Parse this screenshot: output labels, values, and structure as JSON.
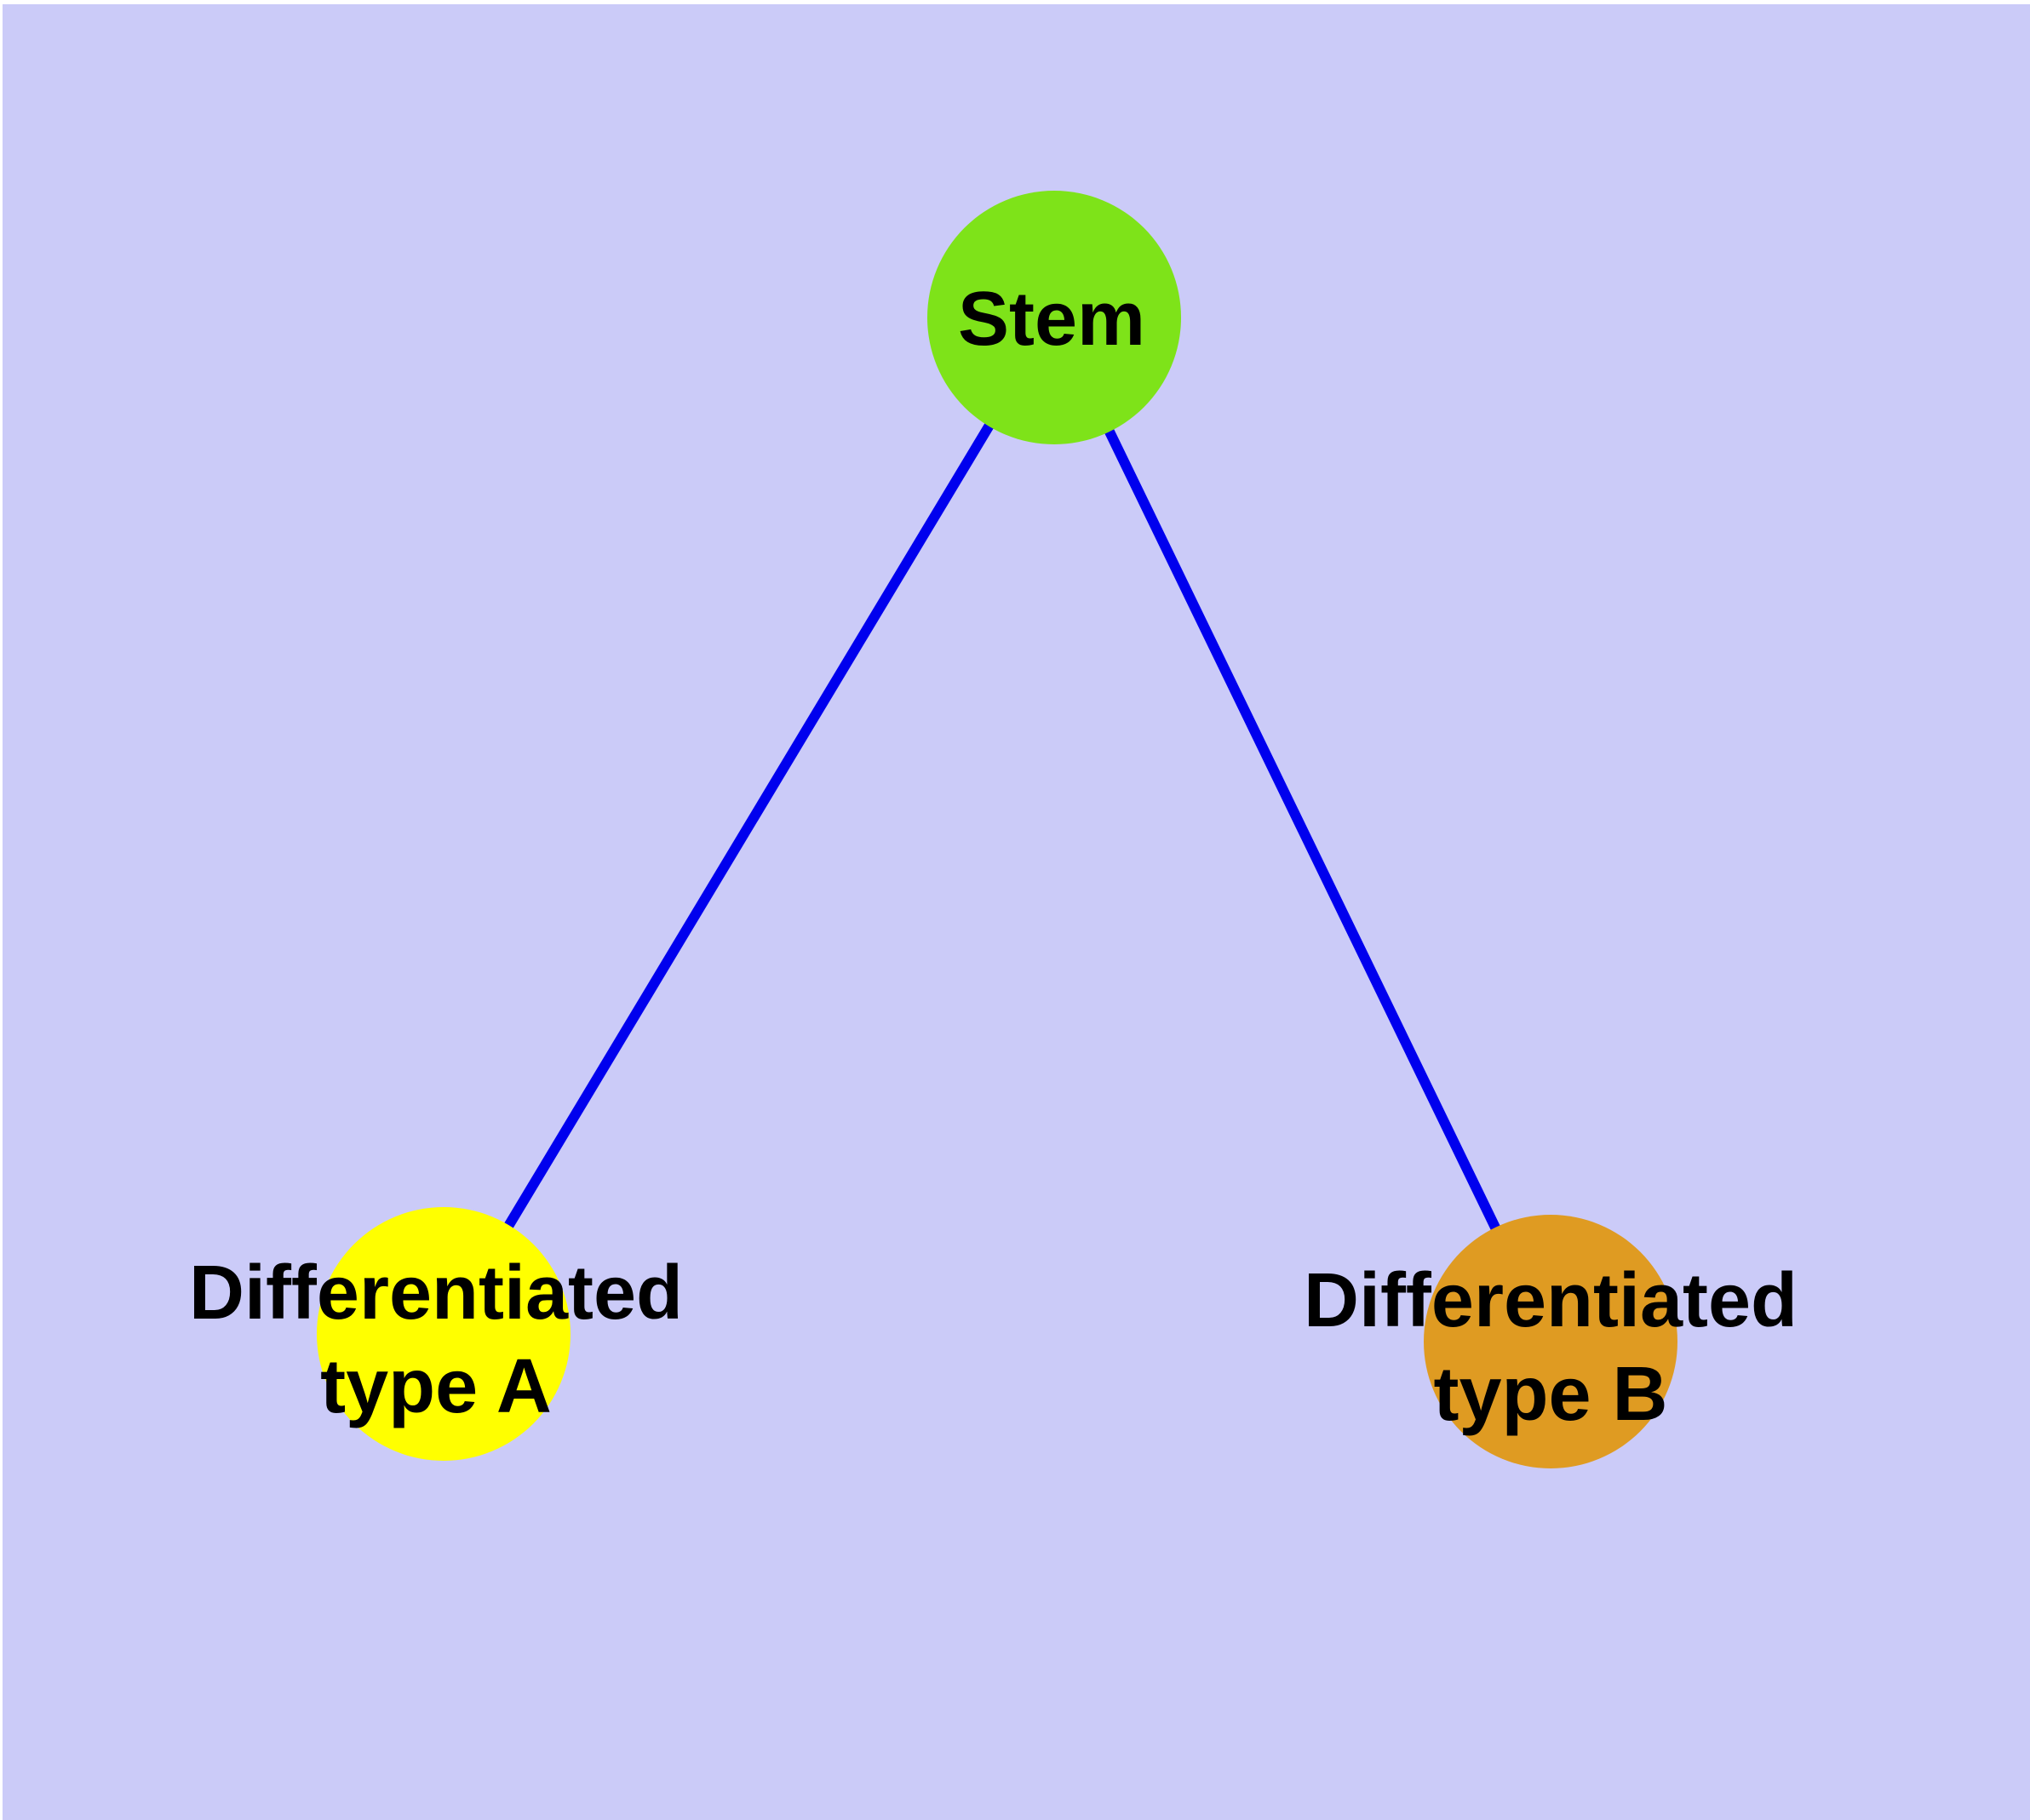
{
  "diagram": {
    "type": "graph",
    "background_color": "#CBCBF8",
    "margin_color": "#FFFFFF",
    "edge_color": "#0000EE",
    "node_border_color": "#7F7F7F",
    "label_color": "#000000",
    "nodes": {
      "stem": {
        "label": "Stem",
        "color": "#7EE319"
      },
      "type_a": {
        "label_line1": "Differentiated",
        "label_line2": "type A",
        "label_full": "Differentiated type A",
        "color": "#FFFF00"
      },
      "type_b": {
        "label_line1": "Differentiated",
        "label_line2": "type B",
        "label_full": "Differentiated type B",
        "color": "#DF9B22"
      }
    },
    "edges": [
      {
        "from": "Stem",
        "to": "Differentiated type A"
      },
      {
        "from": "Stem",
        "to": "Differentiated type B"
      }
    ]
  }
}
